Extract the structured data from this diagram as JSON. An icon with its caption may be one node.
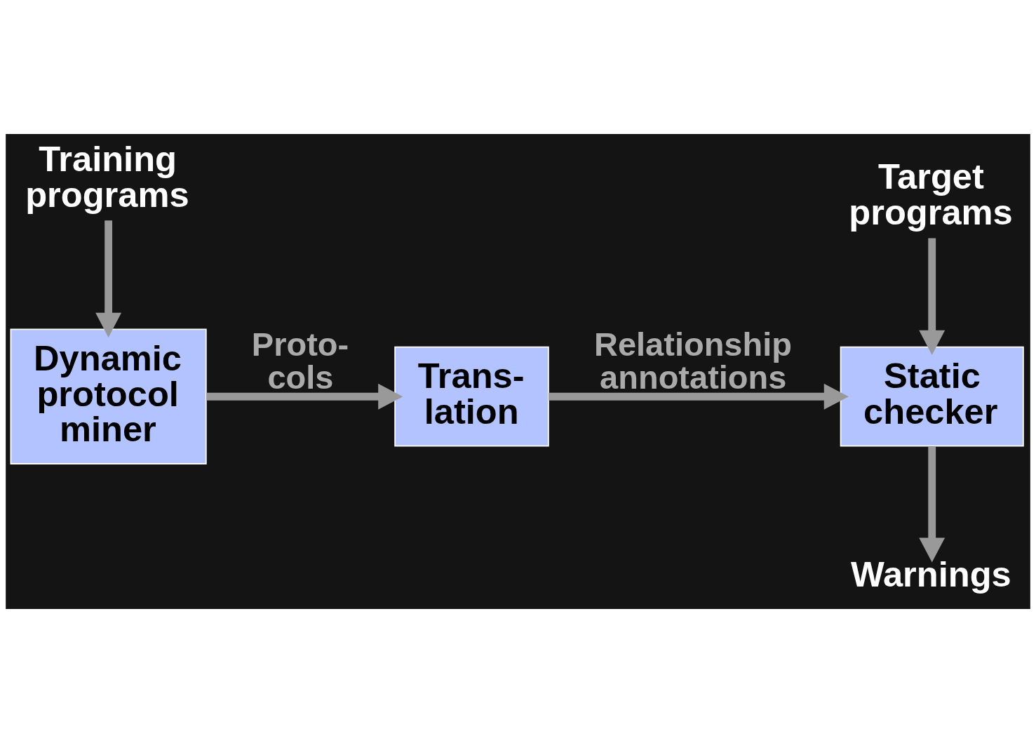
{
  "diagram": {
    "nodes": [
      {
        "text": [
          "Training programs"
        ]
      },
      {
        "text": [
          "Dynamic protocol miner"
        ]
      },
      {
        "text": [
          "Trans- lation"
        ]
      },
      {
        "text": [
          "Target programs"
        ]
      },
      {
        "text": [
          "Static checker"
        ]
      },
      {
        "text": [
          "Warnings"
        ]
      }
    ],
    "edges": [
      {
        "from": 0,
        "to": 1,
        "arrow": "to"
      },
      {
        "from": 1,
        "to": 2,
        "arrow": "to",
        "label": "Proto- cols"
      },
      {
        "from": 2,
        "to": 4,
        "arrow": "to",
        "label": "Relationship annotations"
      },
      {
        "from": 3,
        "to": 4,
        "arrow": "to"
      },
      {
        "from": 4,
        "to": 5,
        "arrow": "to"
      }
    ]
  }
}
